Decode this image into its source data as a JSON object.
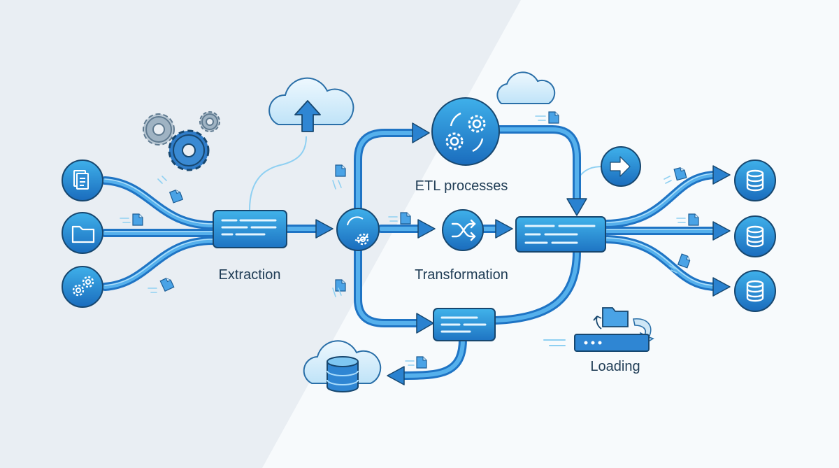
{
  "labels": {
    "extraction": "Extraction",
    "etl_processes": "ETL processes",
    "transformation": "Transformation",
    "loading": "Loading"
  },
  "colors": {
    "pipe_dark": "#1f74c4",
    "pipe_light": "#5ab4ee",
    "pipe_highlight": "#a9dcfb",
    "node_fill_top": "#3aa6e3",
    "node_fill_bottom": "#1b6fc0",
    "node_stroke": "#17476f",
    "cloud_fill": "#d9eefb",
    "doc_fill": "#4aa3e6",
    "gear_fill": "#8ea6b8",
    "gear_fill_blue": "#2f7cc8",
    "background_left": "#e9eef3",
    "background_right": "#f8fbfd",
    "text": "#1f3c55"
  },
  "icons": {
    "sources": [
      "documents-icon",
      "folder-icon",
      "gears-icon"
    ],
    "targets": [
      "database-icon",
      "database-icon",
      "database-icon"
    ],
    "hub": "refresh-gear-icon",
    "etl": "gear-cycle-icon",
    "shuffle": "shuffle-icon",
    "forward": "arrow-right-icon",
    "upload": "cloud-upload-icon"
  }
}
